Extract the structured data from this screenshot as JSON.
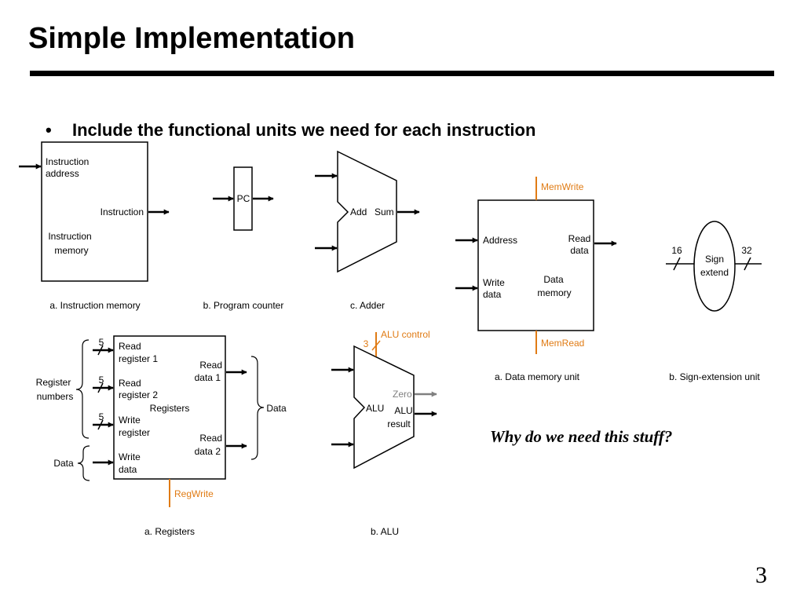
{
  "slide": {
    "title": "Simple Implementation",
    "bullet_marker": "•",
    "bullet": "Include the functional units we need for each instruction",
    "question": "Why do we need this stuff?",
    "page_number": "3"
  },
  "colors": {
    "accent": "#e07b14",
    "zero_gray": "#808080",
    "line": "#000000"
  },
  "instruction_memory": {
    "address_line1": "Instruction",
    "address_line2": "address",
    "output_label": "Instruction",
    "name_line1": "Instruction",
    "name_line2": "memory",
    "caption": "a. Instruction memory"
  },
  "program_counter": {
    "label": "PC",
    "caption": "b. Program counter"
  },
  "adder": {
    "add_label": "Add",
    "sum_label": "Sum",
    "caption": "c. Adder"
  },
  "data_memory": {
    "control_write": "MemWrite",
    "control_read": "MemRead",
    "address": "Address",
    "read_line1": "Read",
    "read_line2": "data",
    "write_line1": "Write",
    "write_line2": "data",
    "name_line1": "Data",
    "name_line2": "memory",
    "caption": "a. Data memory unit"
  },
  "sign_extend": {
    "name_line1": "Sign",
    "name_line2": "extend",
    "in_bits": "16",
    "out_bits": "32",
    "caption": "b. Sign-extension unit"
  },
  "registers": {
    "bits1": "5",
    "bits2": "5",
    "bits3": "5",
    "read1_line1": "Read",
    "read1_line2": "register 1",
    "read2_line1": "Read",
    "read2_line2": "register 2",
    "write_reg_line1": "Write",
    "write_reg_line2": "register",
    "write_data_line1": "Write",
    "write_data_line2": "data",
    "rd1_line1": "Read",
    "rd1_line2": "data 1",
    "rd2_line1": "Read",
    "rd2_line2": "data 2",
    "name": "Registers",
    "numbers_line1": "Register",
    "numbers_line2": "numbers",
    "data_in": "Data",
    "data_out": "Data",
    "control": "RegWrite",
    "caption": "a. Registers"
  },
  "alu": {
    "control": "ALU control",
    "control_bits": "3",
    "name": "ALU",
    "zero": "Zero",
    "result_line1": "ALU",
    "result_line2": "result",
    "caption": "b. ALU"
  }
}
